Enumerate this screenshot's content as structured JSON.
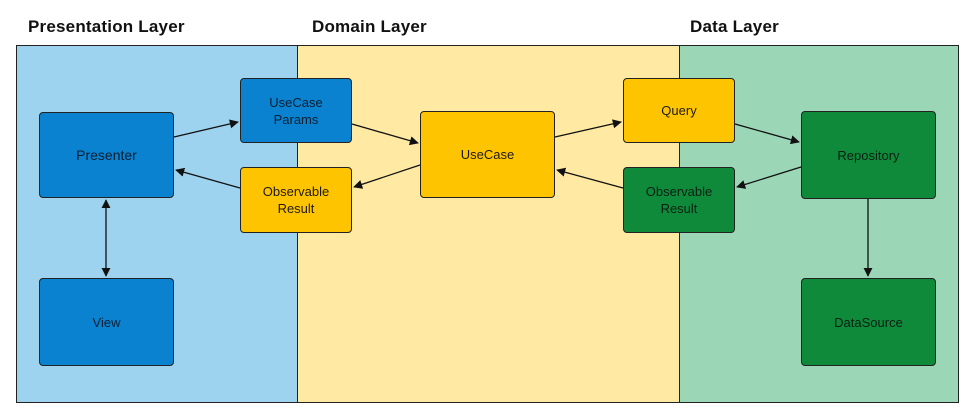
{
  "layers": {
    "presentation": "Presentation Layer",
    "domain": "Domain Layer",
    "data": "Data Layer"
  },
  "nodes": {
    "presenter": "Presenter",
    "view": "View",
    "usecase_params": "UseCase\nParams",
    "observable_result_domain": "Observable\nResult",
    "usecase": "UseCase",
    "query": "Query",
    "observable_result_data": "Observable\nResult",
    "repository": "Repository",
    "datasource": "DataSource"
  },
  "colors": {
    "presentation_band": "#9dd3ee",
    "domain_band": "#ffe9a3",
    "data_band": "#9bd7b7",
    "blue_node": "#0a82cf",
    "yellow_node": "#ffc400",
    "green_node": "#0f8a3a"
  }
}
